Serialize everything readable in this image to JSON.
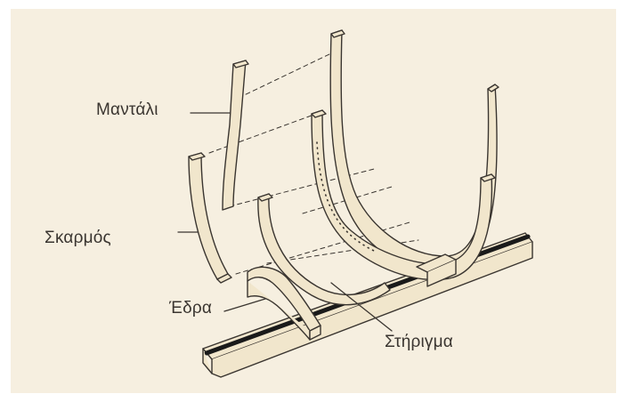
{
  "labels": {
    "mantali": "Μαντάλι",
    "skarmos": "Σκαρμός",
    "edra": "Έδρα",
    "stirigma": "Στήριγμα"
  },
  "colors": {
    "background": "#f6efe0",
    "wood_fill": "#f1e6cc",
    "line": "#3a3530",
    "keel_stripe": "#1a1a1a"
  }
}
